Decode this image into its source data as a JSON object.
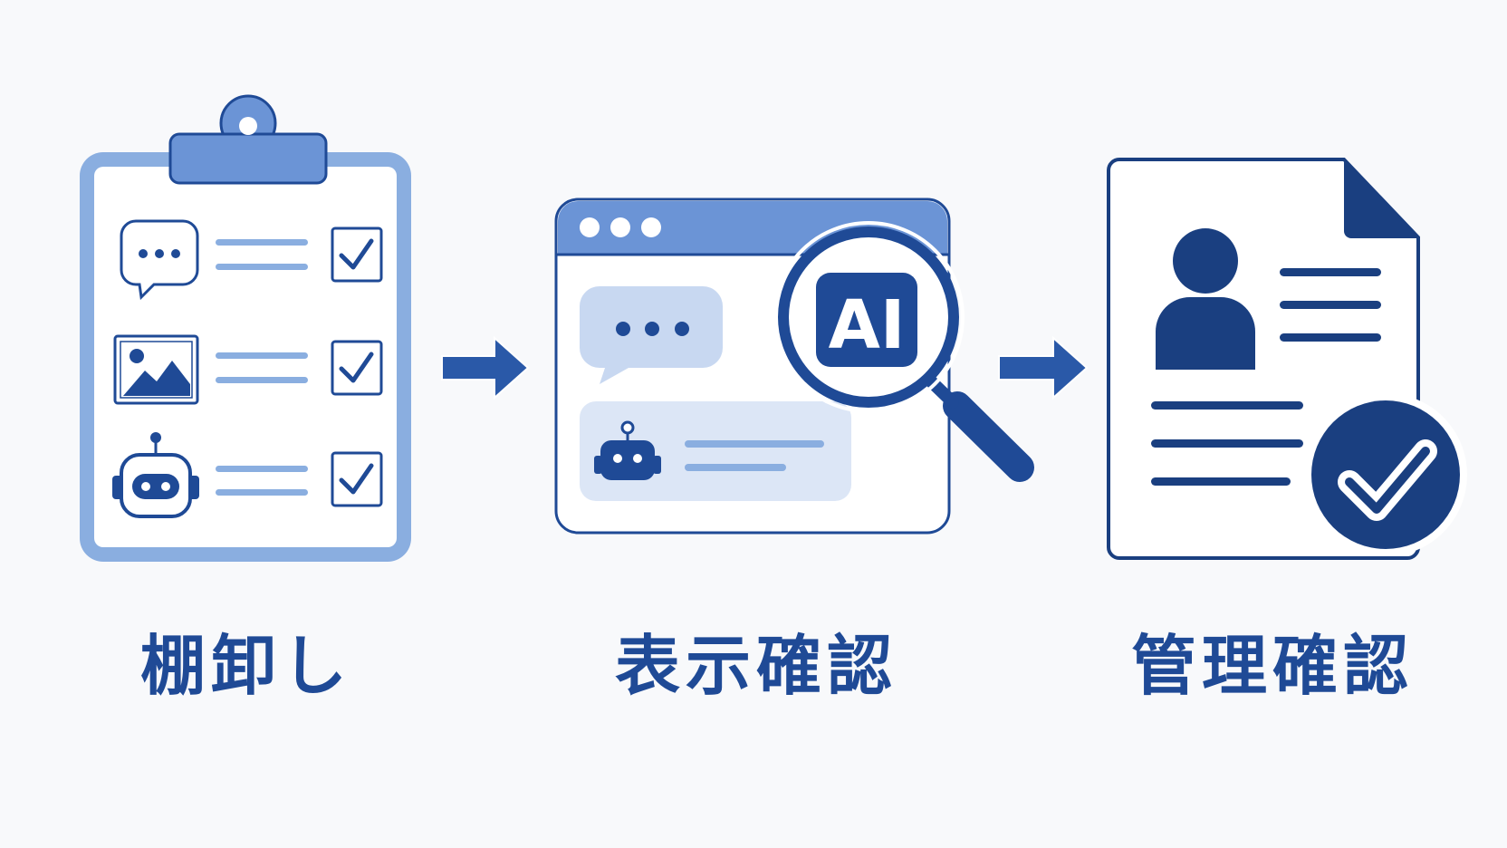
{
  "steps": [
    {
      "label": "棚卸し",
      "icon": "clipboard-checklist-icon"
    },
    {
      "label": "表示確認",
      "icon": "browser-ai-magnifier-icon"
    },
    {
      "label": "管理確認",
      "icon": "approved-profile-document-icon"
    }
  ],
  "badge": {
    "ai": "AI"
  },
  "colors": {
    "light_blue": "#8aaee0",
    "mid_blue": "#6b94d6",
    "dark_blue": "#1a3f80",
    "pale_blue": "#c8d8f1",
    "paler_blue": "#dce6f6",
    "background": "#f8f9fb"
  }
}
